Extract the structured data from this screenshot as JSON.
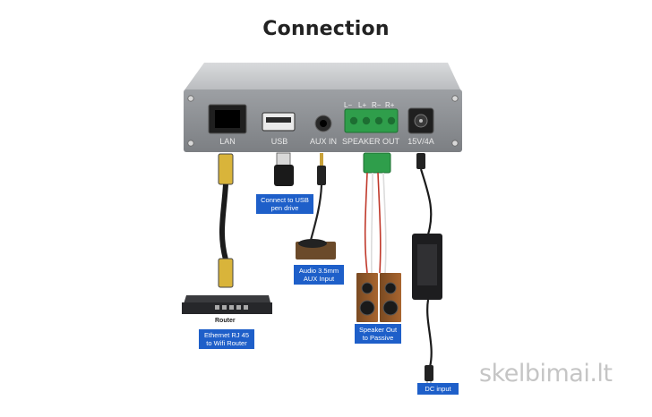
{
  "title": "Connection",
  "ports": [
    "LAN",
    "USB",
    "AUX IN",
    "SPEAKER OUT",
    "15V/4A"
  ],
  "speaker_pins": [
    "L−",
    "L+",
    "R−",
    "R+"
  ],
  "router_label": "Router",
  "callouts": {
    "usb": [
      "Connect to USB",
      "pen drive"
    ],
    "aux": [
      "Audio 3.5mm",
      "AUX Input"
    ],
    "ethernet": [
      "Ethernet RJ 45",
      "to Wifi Router"
    ],
    "speaker": [
      "Speaker Out",
      "to Passive"
    ],
    "dc": [
      "DC input"
    ]
  },
  "watermark": "skelbimai.lt"
}
